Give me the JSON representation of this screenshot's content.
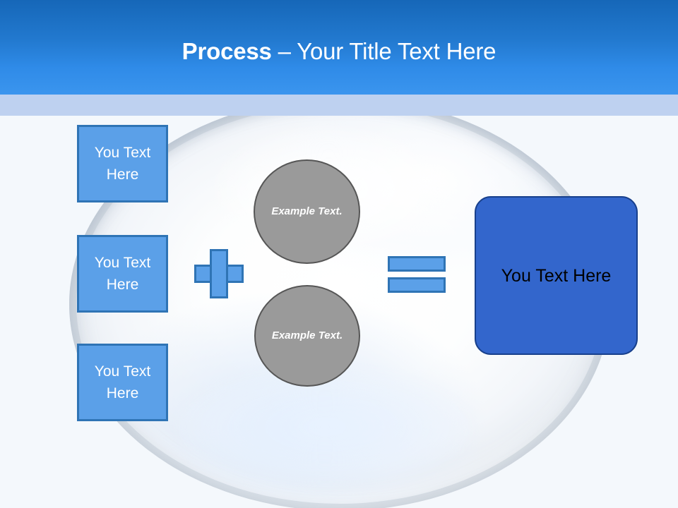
{
  "slide": {
    "title": {
      "bold_part": "Process",
      "rest_part": " – Your Title Text Here"
    },
    "colors": {
      "header_top": "#1667b8",
      "header_bottom": "#3b95ee",
      "subband": "#bed1f0",
      "light_blue_fill": "#5ba0e8",
      "light_blue_border": "#2f74b5",
      "grey_fill": "#9a9a9a",
      "grey_border": "#565656",
      "result_fill": "#3366cc",
      "result_border": "#18408c",
      "canvas_background": "#f4f8fc",
      "title_text": "#ffffff",
      "result_text": "#000000"
    },
    "input_boxes": [
      {
        "label": "You Text Here"
      },
      {
        "label": "You Text Here"
      },
      {
        "label": "You Text Here"
      }
    ],
    "operators": {
      "plus": "+",
      "equals": "="
    },
    "circles": [
      {
        "label": "Example Text."
      },
      {
        "label": "Example Text."
      }
    ],
    "result": {
      "label": "You Text Here"
    }
  }
}
